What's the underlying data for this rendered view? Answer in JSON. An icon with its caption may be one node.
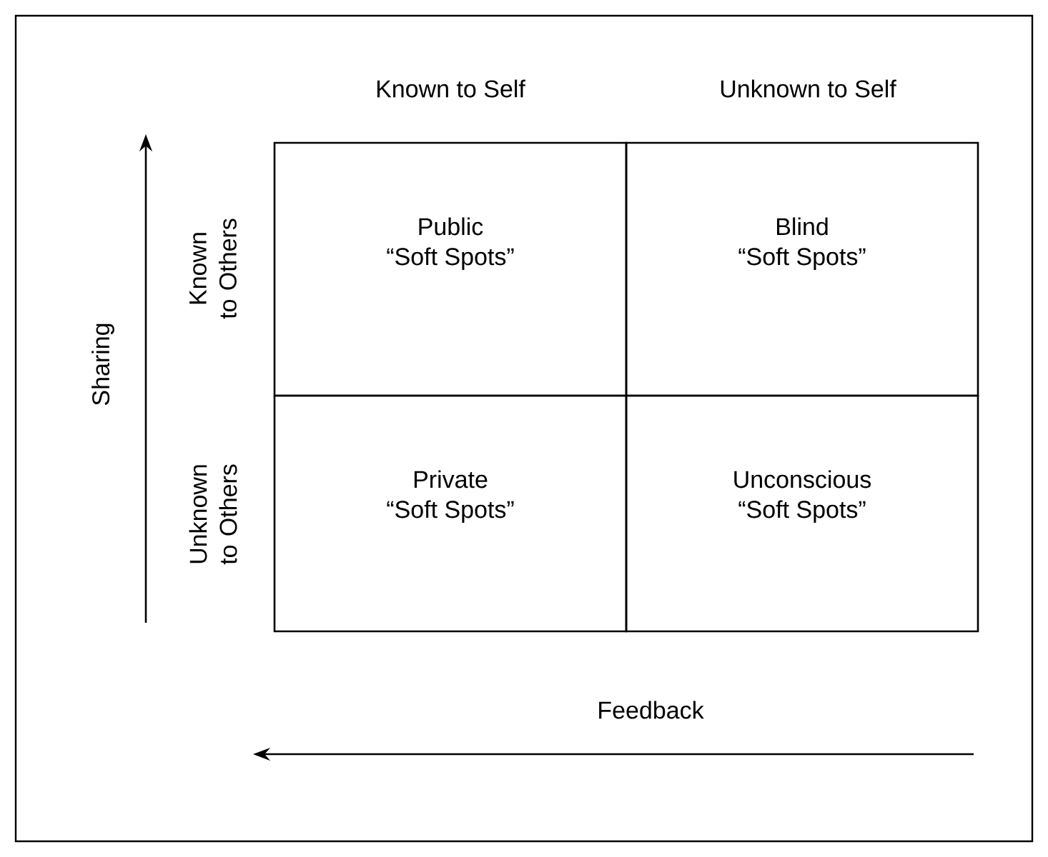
{
  "diagram": {
    "nodes": [
      {
        "text": [
          "Public",
          "“Soft Spots”"
        ]
      },
      {
        "text": [
          "Blind",
          "“Soft Spots”"
        ]
      },
      {
        "text": [
          "Private",
          "“Soft Spots”"
        ]
      },
      {
        "text": [
          "Unconscious",
          "“Soft Spots”"
        ]
      }
    ],
    "labels": [
      "Known to Self",
      "Unknown to Self",
      "Known to Others",
      "Unknown to Others",
      "Sharing",
      "Feedback"
    ]
  }
}
